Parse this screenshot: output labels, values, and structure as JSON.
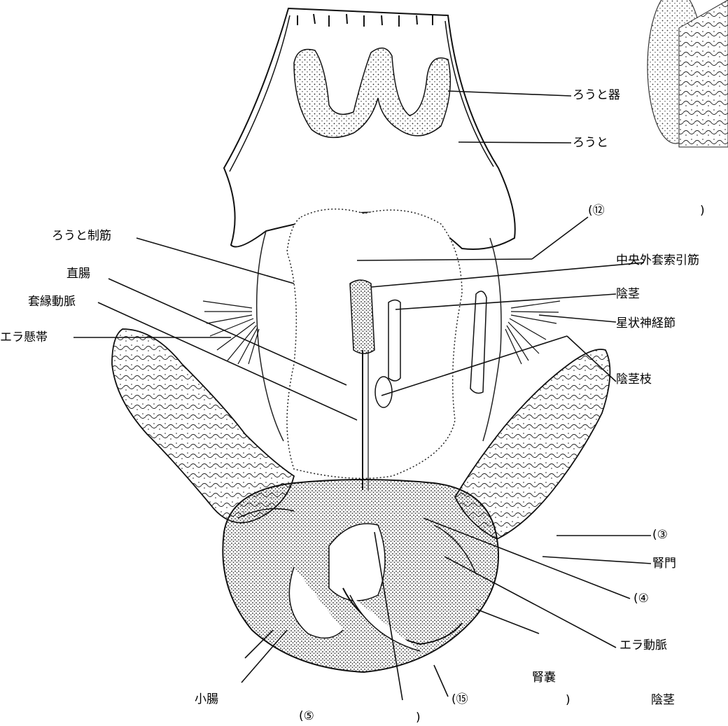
{
  "diagram": {
    "labels": {
      "funnel_organ": "ろうと器",
      "funnel": "ろうと",
      "funnel_retractor": "ろうと制筋",
      "rectum": "直腸",
      "mantle_artery": "套縁動脈",
      "gill_ligament": "エラ懸帯",
      "blank_12_open": "(⑫",
      "blank_12_close": ")",
      "median_retractor": "中央外套索引筋",
      "penis": "陰茎",
      "stellate_ganglion": "星状神経節",
      "penis_branch": "陰茎枝",
      "blank_3": "(③",
      "renal_pore": "腎門",
      "blank_4": "(④",
      "gill_artery": "エラ動脈",
      "renal_sac": "腎嚢",
      "small_intestine": "小腸",
      "blank_5_open": "(⑤",
      "blank_5_close": ")",
      "blank_15_open": "(⑮",
      "blank_15_close": ")",
      "penis_bottom": "陰茎"
    },
    "colors": {
      "ink": "#111111",
      "stipple": "#2a2a2a",
      "paper": "#ffffff"
    }
  }
}
